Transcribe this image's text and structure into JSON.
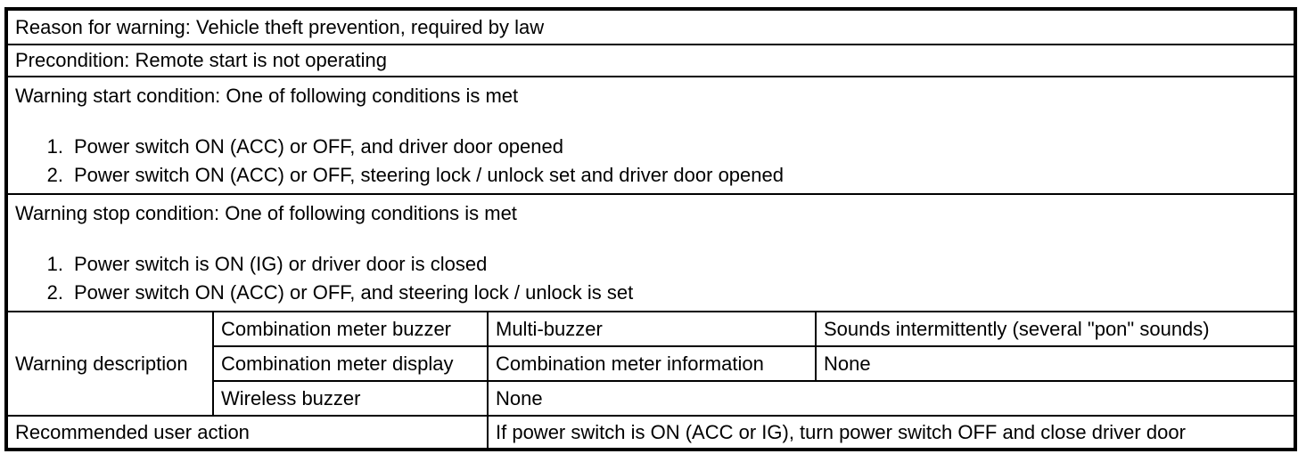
{
  "colors": {
    "border": "#000000",
    "text": "#000000",
    "background": "#ffffff"
  },
  "table": {
    "reason": "Reason for warning: Vehicle theft prevention, required by law",
    "precondition": "Precondition: Remote start is not operating",
    "start_condition": {
      "heading": "Warning start condition: One of following conditions is met",
      "items": [
        {
          "num": "1.",
          "text": "Power switch ON (ACC) or OFF, and driver door opened"
        },
        {
          "num": "2.",
          "text": "Power switch ON (ACC) or OFF, steering lock / unlock set and driver door opened"
        }
      ]
    },
    "stop_condition": {
      "heading": "Warning stop condition: One of following conditions is met",
      "items": [
        {
          "num": "1.",
          "text": "Power switch is ON (IG) or driver door is closed"
        },
        {
          "num": "2.",
          "text": "Power switch ON (ACC) or OFF, and steering lock / unlock is set"
        }
      ]
    },
    "description": {
      "label": "Warning description",
      "rows": [
        {
          "device": "Combination meter buzzer",
          "component": "Multi-buzzer",
          "behavior": "Sounds intermittently (several \"pon\" sounds)"
        },
        {
          "device": "Combination meter display",
          "component": "Combination meter information",
          "behavior": "None"
        },
        {
          "device": "Wireless buzzer",
          "component": "None"
        }
      ]
    },
    "recommended_action": {
      "label": "Recommended user action",
      "value": "If power switch is ON (ACC or IG), turn power switch OFF and close driver door"
    }
  }
}
